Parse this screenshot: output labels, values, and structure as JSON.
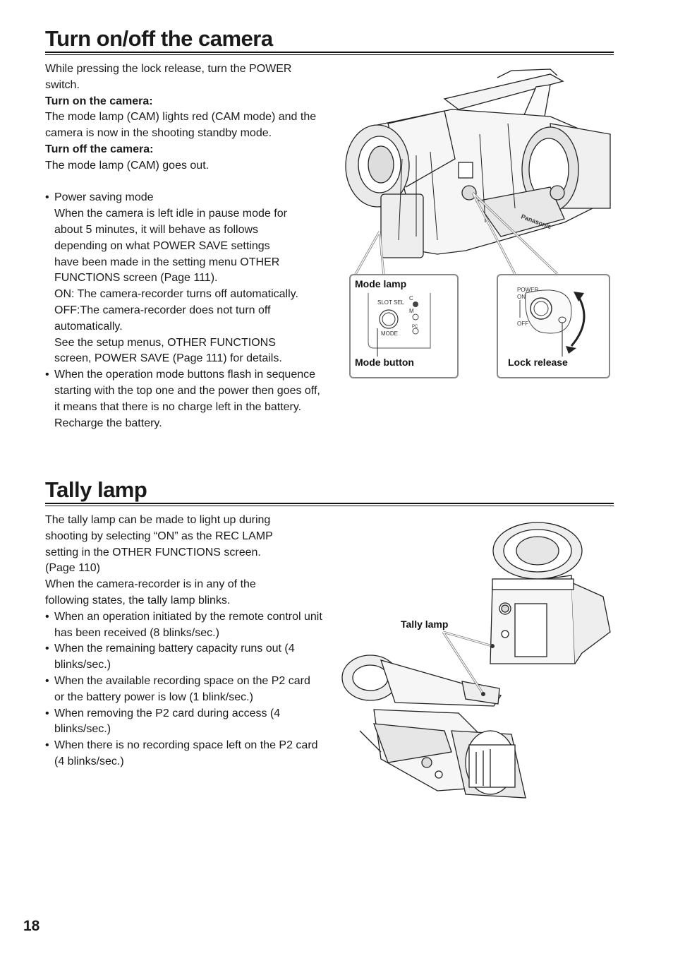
{
  "section1": {
    "title": "Turn on/off the camera",
    "intro": "While pressing the lock release, turn the POWER switch.",
    "on_heading": "Turn on the camera:",
    "on_text": "The mode lamp (CAM) lights red (CAM mode) and the camera is now in the shooting standby mode.",
    "off_heading": "Turn off the camera:",
    "off_text": "The mode lamp (CAM) goes out.",
    "bullet1_title": "Power saving mode",
    "bullet1_text": "When the camera is left idle in pause mode for about 5 minutes, it will behave as follows depending on what POWER SAVE settings have been made in the setting menu OTHER FUNCTIONS screen (Page 111).",
    "bullet1_on": "ON:  The camera-recorder turns off automatically.",
    "bullet1_off": "OFF:The camera-recorder does not turn off automatically.",
    "bullet1_see": "See the setup menus, OTHER FUNCTIONS screen, POWER SAVE (Page 111) for details.",
    "bullet2": "When the operation mode buttons flash in sequence starting with the top one and the power then goes off, it means that there is no charge left in the battery. Recharge the battery.",
    "figure": {
      "mode_lamp_label": "Mode lamp",
      "mode_button_label": "Mode button",
      "lock_release_label": "Lock release",
      "slot_sel": "SLOT SEL",
      "mode": "MODE",
      "cam": "C",
      "mcr": "M",
      "pc": "PC",
      "power": "POWER",
      "on": "ON",
      "off": "OFF",
      "brand": "Panasonic"
    }
  },
  "section2": {
    "title": "Tally lamp",
    "intro": "The tally lamp can be made to light up during shooting by selecting “ON” as the REC LAMP setting in the OTHER FUNCTIONS screen. (Page 110)",
    "states": "When the camera-recorder is in any of the following states, the tally lamp blinks.",
    "bullets": [
      "When an operation initiated by the remote control unit has been received (8 blinks/sec.)",
      "When the remaining battery capacity runs out (4 blinks/sec.)",
      "When the available recording space on the P2 card or the battery power is low (1 blink/sec.)",
      "When removing the P2 card during access (4 blinks/sec.)",
      "When there is no recording space left on the P2 card (4 blinks/sec.)"
    ],
    "figure": {
      "tally_lamp_label": "Tally lamp"
    }
  },
  "page_number": "18"
}
